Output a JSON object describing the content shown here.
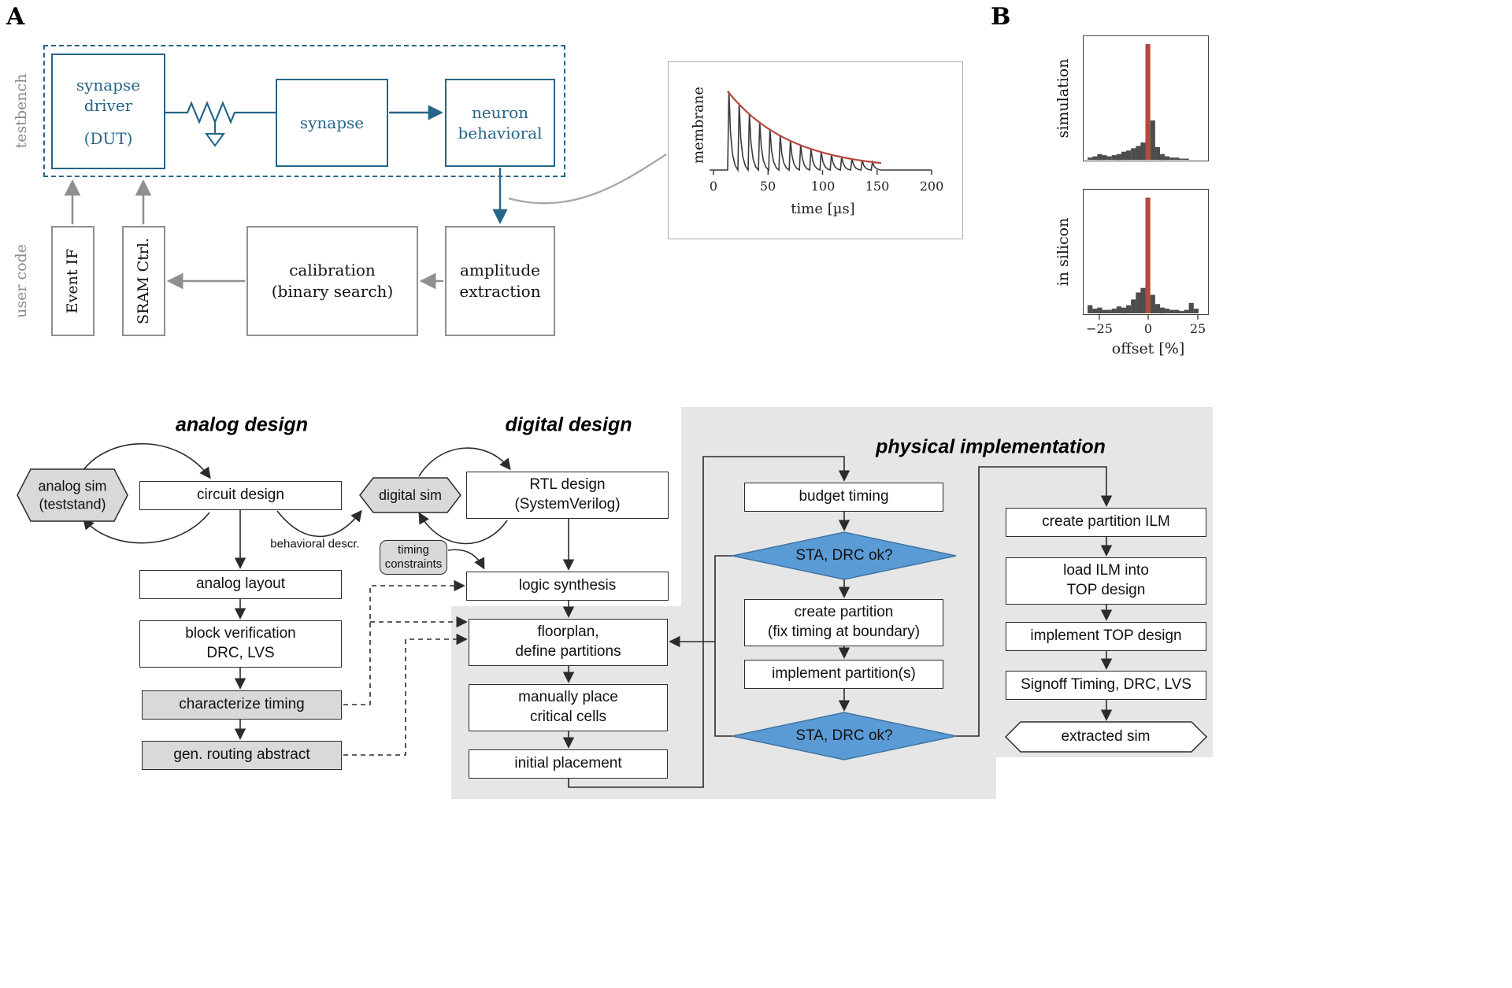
{
  "panelA": {
    "label": "A",
    "testbench_label": "testbench",
    "usercode_label": "user code",
    "synapse_driver": "synapse\ndriver",
    "dut": "(DUT)",
    "synapse": "synapse",
    "neuron": "neuron\nbehavioral",
    "event_if": "Event IF",
    "sram_ctrl": "SRAM Ctrl.",
    "calibration": "calibration\n(binary search)",
    "amplitude": "amplitude\nextraction",
    "inset": {
      "ylabel": "membrane",
      "xlabel": "time [µs]",
      "ticks": [
        "0",
        "50",
        "100",
        "150",
        "200"
      ]
    }
  },
  "panelB": {
    "label": "B",
    "top_plot": "simulation",
    "bottom_plot": "in silicon",
    "ticks": [
      "−25",
      "0",
      "25"
    ],
    "xlabel": "offset [%]"
  },
  "flow": {
    "analog_header": "analog design",
    "digital_header": "digital design",
    "physical_header": "physical implementation",
    "analog_sim": "analog sim\n(teststand)",
    "circuit_design": "circuit design",
    "behavioral_descr": "behavioral descr.",
    "digital_sim": "digital sim",
    "rtl_design": "RTL design\n(SystemVerilog)",
    "timing_constraints": "timing\nconstraints",
    "logic_synthesis": "logic synthesis",
    "analog_layout": "analog layout",
    "block_verification": "block verification\nDRC, LVS",
    "characterize_timing": "characterize timing",
    "gen_routing": "gen. routing abstract",
    "floorplan": "floorplan,\ndefine partitions",
    "manually_place": "manually place\ncritical cells",
    "initial_placement": "initial placement",
    "budget_timing": "budget timing",
    "sta_drc_1": "STA, DRC ok?",
    "sta_drc_2": "STA, DRC ok?",
    "create_partition": "create partition\n(fix timing at boundary)",
    "implement_partition": "implement partition(s)",
    "create_ilm": "create partition ILM",
    "load_ilm": "load ILM into\nTOP design",
    "implement_top": "implement TOP design",
    "signoff": "Signoff Timing, DRC, LVS",
    "extracted_sim": "extracted sim"
  },
  "colors": {
    "testbench_blue": "#266586",
    "gray_line": "#8f8f8f",
    "flow_line": "#2b2b2b",
    "box_fill_gray": "#d9d9d9",
    "region_gray": "#e6e6e6",
    "diamond_fill": "#5b9bd5",
    "diamond_stroke": "#3f74a3",
    "accent_red": "#b5493d",
    "hist_bar": "#4d4d4d"
  },
  "chart_data": [
    {
      "type": "line",
      "title": "membrane trace inset",
      "xlabel": "time [µs]",
      "ylabel": "membrane",
      "x_ticks": [
        0,
        50,
        100,
        150,
        200
      ],
      "x_range": [
        0,
        200
      ],
      "n_spikes": 15,
      "first_spike_us": 13,
      "spike_period_us": 9.4,
      "trace_color": "#3a3a3a",
      "envelope": {
        "type": "exponential_decay",
        "tau_us": 58,
        "color": "#b5493d"
      }
    },
    {
      "type": "bar",
      "title": "calibration offset histograms",
      "xlabel": "offset [%]",
      "x_ticks": [
        -25,
        0,
        25
      ],
      "bin_start": -30,
      "bin_step": 2.5,
      "highlight_bin_value": 0,
      "highlight_color": "#b5493d",
      "bar_color": "#4d4d4d",
      "series": [
        {
          "name": "simulation",
          "values": [
            0.02,
            0.03,
            0.05,
            0.04,
            0.03,
            0.04,
            0.05,
            0.07,
            0.08,
            0.1,
            0.12,
            0.15,
            1.0,
            0.34,
            0.11,
            0.05,
            0.03,
            0.02,
            0.02,
            0.01,
            0.01,
            0.0,
            0.0
          ]
        },
        {
          "name": "in silicon",
          "values": [
            0.07,
            0.04,
            0.05,
            0.03,
            0.03,
            0.04,
            0.06,
            0.05,
            0.07,
            0.12,
            0.18,
            0.22,
            1.0,
            0.16,
            0.08,
            0.05,
            0.04,
            0.03,
            0.03,
            0.02,
            0.03,
            0.09,
            0.04
          ]
        }
      ]
    }
  ]
}
